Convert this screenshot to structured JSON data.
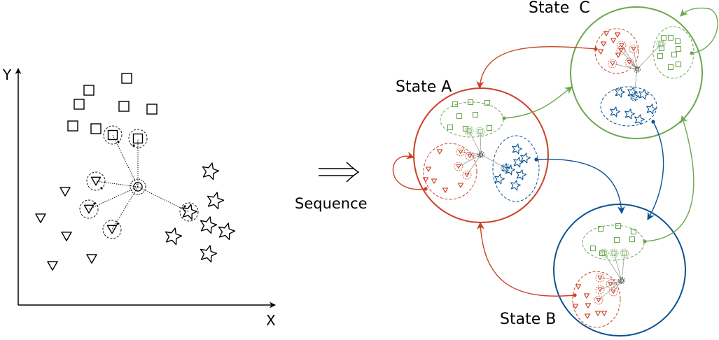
{
  "axes": {
    "x_label": "X",
    "y_label": "Y"
  },
  "arrow_label": "Sequence",
  "states": [
    {
      "id": "A",
      "label": "State A",
      "color": "#cc4125"
    },
    {
      "id": "B",
      "label": "State B",
      "color": "#0b5394"
    },
    {
      "id": "C",
      "label": "State  C",
      "color": "#6aa84f"
    }
  ],
  "shapes": [
    "square",
    "triangle",
    "star"
  ],
  "transitions": [
    {
      "from": "A",
      "to": "A",
      "color": "#cc4125"
    },
    {
      "from": "A",
      "to": "B",
      "color": "#0b5394"
    },
    {
      "from": "A",
      "to": "C",
      "color": "#6aa84f"
    },
    {
      "from": "B",
      "to": "A",
      "color": "#cc4125"
    },
    {
      "from": "B",
      "to": "C",
      "color": "#6aa84f"
    },
    {
      "from": "C",
      "to": "A",
      "color": "#cc4125"
    },
    {
      "from": "C",
      "to": "B",
      "color": "#0b5394"
    },
    {
      "from": "C",
      "to": "C",
      "color": "#6aa84f"
    }
  ]
}
